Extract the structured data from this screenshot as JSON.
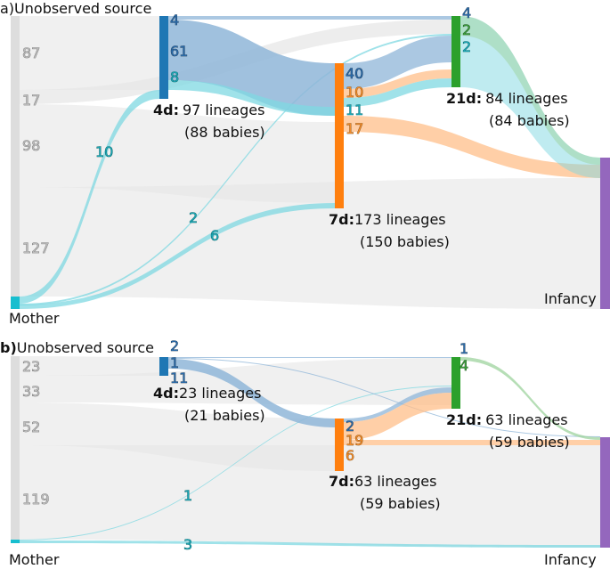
{
  "colors": {
    "d4": "#1f77b4",
    "d7": "#ff7f0e",
    "d21": "#2ca02c",
    "mother": "#17becf",
    "infancy": "#9467bd",
    "unobserved": "#dddddd"
  },
  "a": {
    "panel": "a)",
    "source": "Unobserved source",
    "mother": "Mother",
    "infancy": "Infancy",
    "d4_a": "4d:",
    "d4_b": "97 lineages",
    "d4_c": "(88 babies)",
    "d7_a": "7d:",
    "d7_b": "173 lineages",
    "d7_c": "(150 babies)",
    "d21_a": "21d:",
    "d21_b": "84 lineages",
    "d21_c": "(84 babies)",
    "src": [
      "87",
      "17",
      "98",
      "127"
    ],
    "m": [
      "10",
      "2",
      "6"
    ],
    "d4out": [
      "4",
      "61",
      "8"
    ],
    "d7out": [
      "40",
      "10",
      "11",
      "17"
    ],
    "d21out": [
      "4",
      "2",
      "2"
    ]
  },
  "b": {
    "panel": "b)",
    "source": "Unobserved source",
    "mother": "Mother",
    "infancy": "Infancy",
    "d4_a": "4d:",
    "d4_b": "23 lineages",
    "d4_c": "(21 babies)",
    "d7_a": "7d:",
    "d7_b": "63 lineages",
    "d7_c": "(59 babies)",
    "d21_a": "21d:",
    "d21_b": "63 lineages",
    "d21_c": "(59 babies)",
    "src": [
      "23",
      "33",
      "52",
      "119"
    ],
    "m": [
      "1",
      "3"
    ],
    "d4out": [
      "2",
      "1",
      "11"
    ],
    "d7out": [
      "2",
      "19",
      "6"
    ],
    "d21out": [
      "1",
      "4"
    ]
  }
}
